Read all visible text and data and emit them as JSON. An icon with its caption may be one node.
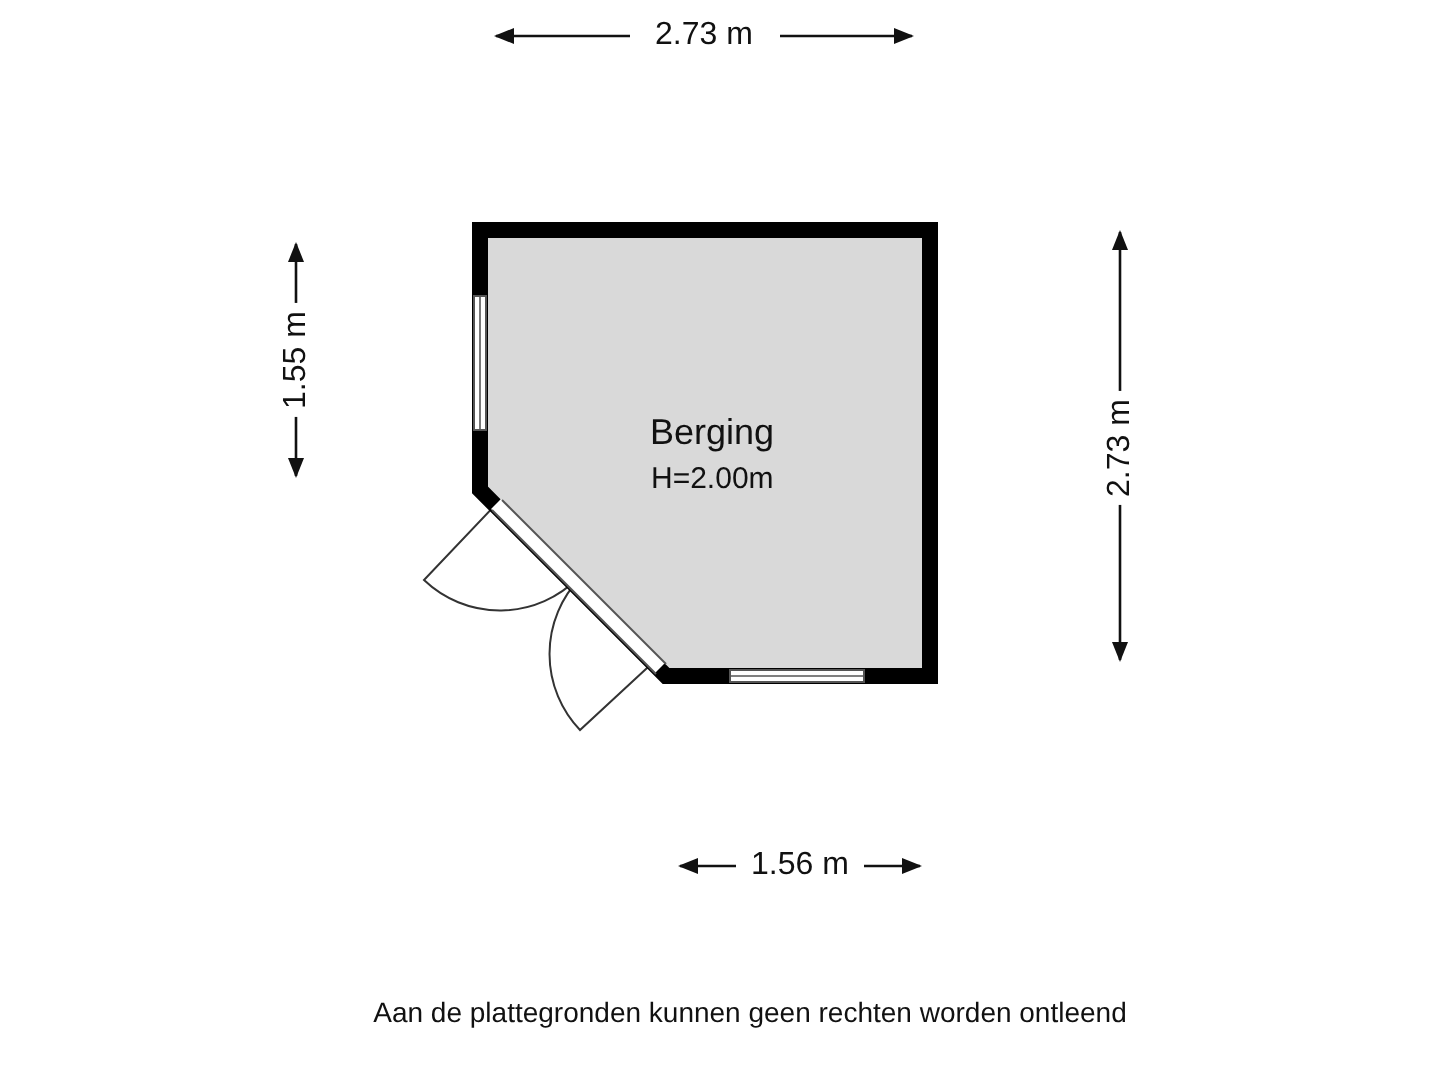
{
  "diagram": {
    "caption": "Aan de plattegronden kunnen geen rechten worden ontleend",
    "nodes": [
      {
        "text": [
          "Berging",
          "H=2.00m"
        ]
      }
    ],
    "labels": [
      "2.73 m",
      "1.55 m",
      "2.73 m",
      "1.56 m"
    ]
  }
}
